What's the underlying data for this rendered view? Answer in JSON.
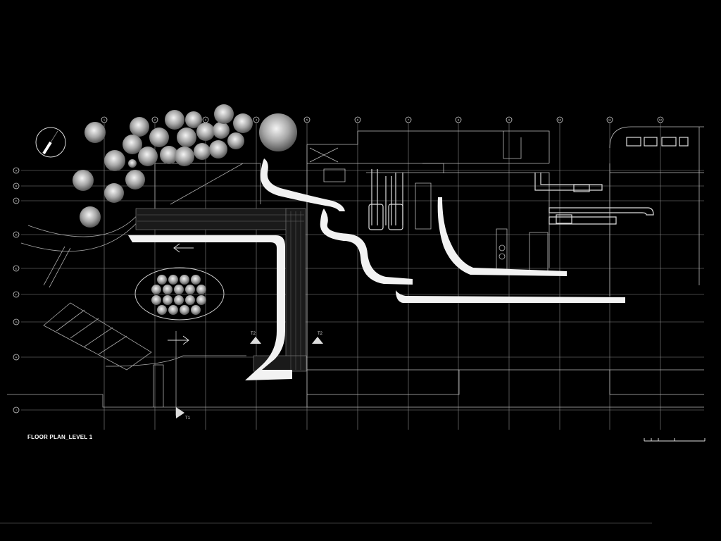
{
  "title": "FLOOR PLAN_LEVEL 1",
  "grid_cols": [
    "1",
    "2",
    "3",
    "4",
    "5",
    "6",
    "7",
    "8",
    "9",
    "10",
    "11",
    "12"
  ],
  "grid_rows": [
    "A",
    "B",
    "C",
    "D",
    "E",
    "F",
    "G",
    "H",
    "I"
  ],
  "section_marks": [
    "T2",
    "T2",
    "T1"
  ],
  "colors": {
    "background": "#000000",
    "lines": "#bfbfbf",
    "path": "#f2f2f2"
  }
}
